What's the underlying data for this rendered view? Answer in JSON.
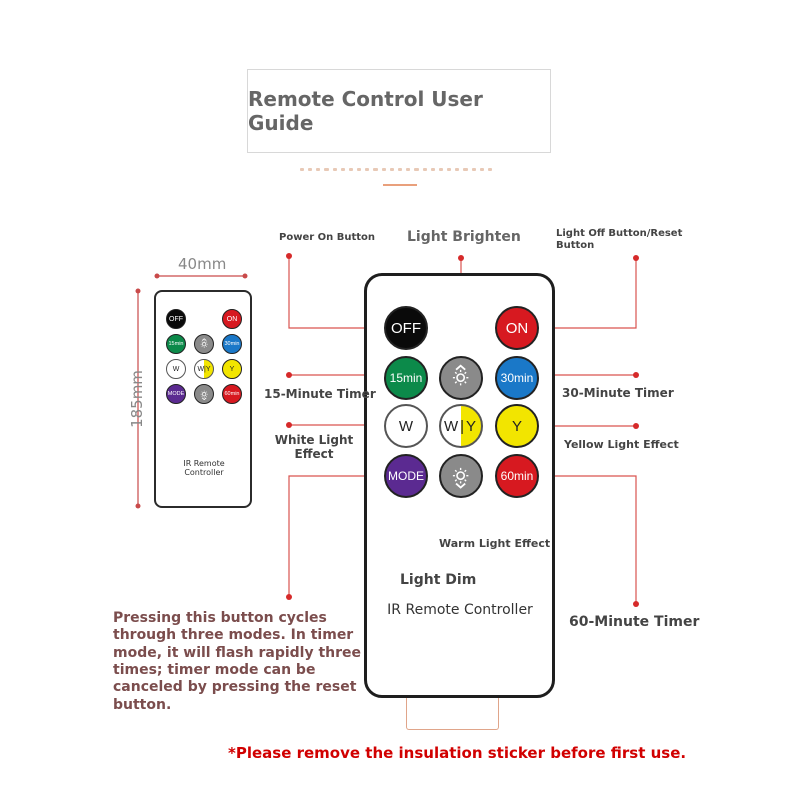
{
  "title": "Remote Control User Guide",
  "dimensions": {
    "width": "40mm",
    "height": "185mm"
  },
  "controller_label": "IR Remote Controller",
  "labels": {
    "power_on": "Power On Button",
    "light_brighten": "Light Brighten",
    "light_off": "Light Off Button/Reset Button",
    "timer_15": "15-Minute Timer",
    "timer_30": "30-Minute Timer",
    "white_light": "White Light Effect",
    "yellow_light": "Yellow Light Effect",
    "warm_light": "Warm Light Effect",
    "light_dim": "Light Dim",
    "timer_60": "60-Minute Timer"
  },
  "note": "Pressing this button cycles through three modes. In timer mode, it will flash rapidly three times; timer mode can be canceled by pressing the reset button.",
  "warning": "*Please remove the insulation sticker before first use.",
  "buttons": [
    {
      "id": "off",
      "label": "OFF",
      "color": "#0a0a0a",
      "text_color": "#ffffff"
    },
    {
      "id": "on",
      "label": "ON",
      "color": "#d71920",
      "text_color": "#ffffff"
    },
    {
      "id": "t15",
      "label": "15min",
      "color": "#0c8a4a",
      "text_color": "#ffffff"
    },
    {
      "id": "brighten",
      "label": "",
      "icon": "brightness-up-icon",
      "color": "#8a8a8a",
      "text_color": "#ffffff"
    },
    {
      "id": "t30",
      "label": "30min",
      "color": "#1a78c8",
      "text_color": "#ffffff"
    },
    {
      "id": "white",
      "label": "W",
      "color": "#ffffff",
      "text_color": "#222222"
    },
    {
      "id": "warm",
      "label": "W|Y",
      "color": "split",
      "text_color": "#222222"
    },
    {
      "id": "yellow",
      "label": "Y",
      "color": "#f2e500",
      "text_color": "#222222"
    },
    {
      "id": "mode",
      "label": "MODE",
      "color": "#5b2a91",
      "text_color": "#ffffff"
    },
    {
      "id": "dim",
      "label": "",
      "icon": "brightness-down-icon",
      "color": "#8a8a8a",
      "text_color": "#ffffff"
    },
    {
      "id": "t60",
      "label": "60min",
      "color": "#d71920",
      "text_color": "#ffffff"
    }
  ],
  "colors": {
    "leader": "#d9534f",
    "leader_dot": "#d62a2a",
    "note_text": "#7b4d4d",
    "warning_text": "#d10000"
  }
}
